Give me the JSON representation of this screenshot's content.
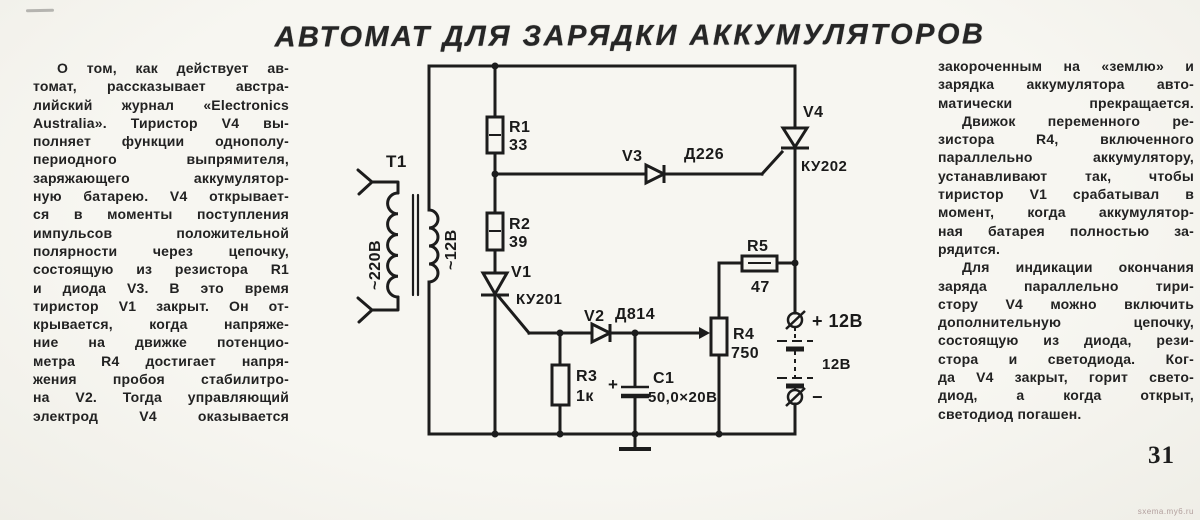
{
  "page": {
    "title": "АВТОМАТ ДЛЯ ЗАРЯДКИ АККУМУЛЯТОРОВ",
    "page_number": "31",
    "watermark": "sxema.my6.ru"
  },
  "left_column": {
    "lines": [
      {
        "t": "О том, как действует ав-",
        "i": 1
      },
      {
        "t": "томат, рассказывает австра-"
      },
      {
        "t": "лийский журнал «Electronics"
      },
      {
        "t": "Australia». Тиристор V4 вы-"
      },
      {
        "t": "полняет функции однополу-"
      },
      {
        "t": "периодного выпрямителя,"
      },
      {
        "t": "заряжающего аккумулятор-"
      },
      {
        "t": "ную батарею. V4 открывает-"
      },
      {
        "t": "ся в моменты поступления"
      },
      {
        "t": "импульсов положительной"
      },
      {
        "t": "полярности через цепочку,"
      },
      {
        "t": "состоящую из резистора R1"
      },
      {
        "t": "и диода V3. В это время"
      },
      {
        "t": "тиристор V1 закрыт. Он от-"
      },
      {
        "t": "крывается, когда напряже-"
      },
      {
        "t": "ние на движке потенцио-"
      },
      {
        "t": "метра R4 достигает напря-"
      },
      {
        "t": "жения пробоя стабилитро-"
      },
      {
        "t": "на V2. Тогда управляющий"
      },
      {
        "t": "электрод V4 оказывается"
      }
    ]
  },
  "right_column": {
    "lines": [
      {
        "t": "закороченным на «землю» и"
      },
      {
        "t": "зарядка аккумулятора авто-"
      },
      {
        "t": "матически прекращается."
      },
      {
        "t": "Движок переменного ре-",
        "i": 1
      },
      {
        "t": "зистора R4, включенного"
      },
      {
        "t": "параллельно аккумулятору,"
      },
      {
        "t": "устанавливают так, чтобы"
      },
      {
        "t": "тиристор V1 срабатывал в"
      },
      {
        "t": "момент, когда аккумулятор-"
      },
      {
        "t": "ная батарея полностью за-"
      },
      {
        "t": "рядится.",
        "e": 1
      },
      {
        "t": "Для индикации окончания",
        "i": 1
      },
      {
        "t": "заряда параллельно тири-"
      },
      {
        "t": "стору V4 можно включить"
      },
      {
        "t": "дополнительную цепочку,"
      },
      {
        "t": "состоящую из диода, рези-"
      },
      {
        "t": "стора и светодиода. Ког-"
      },
      {
        "t": "да V4 закрыт, горит свето-"
      },
      {
        "t": "диод, а когда открыт,"
      },
      {
        "t": "светодиод погашен.",
        "e": 1
      }
    ]
  },
  "schematic": {
    "transformer": {
      "ref": "Т1",
      "primary": "~220В",
      "secondary": "~12В"
    },
    "r1": {
      "ref": "R1",
      "value": "33"
    },
    "r2": {
      "ref": "R2",
      "value": "39"
    },
    "r3": {
      "ref": "R3",
      "value": "1к"
    },
    "r4": {
      "ref": "R4",
      "value": "750"
    },
    "r5": {
      "ref": "R5",
      "value": "47"
    },
    "c1": {
      "ref": "C1",
      "value": "50,0×20В"
    },
    "v1": {
      "ref": "V1",
      "type": "КУ201"
    },
    "v2": {
      "ref": "V2",
      "type": "Д814"
    },
    "v3": {
      "ref": "V3",
      "type": "Д226"
    },
    "v4": {
      "ref": "V4",
      "type": "КУ202"
    },
    "battery": {
      "plus": "+ 12В",
      "voltage": "12В",
      "minus": "−"
    }
  }
}
